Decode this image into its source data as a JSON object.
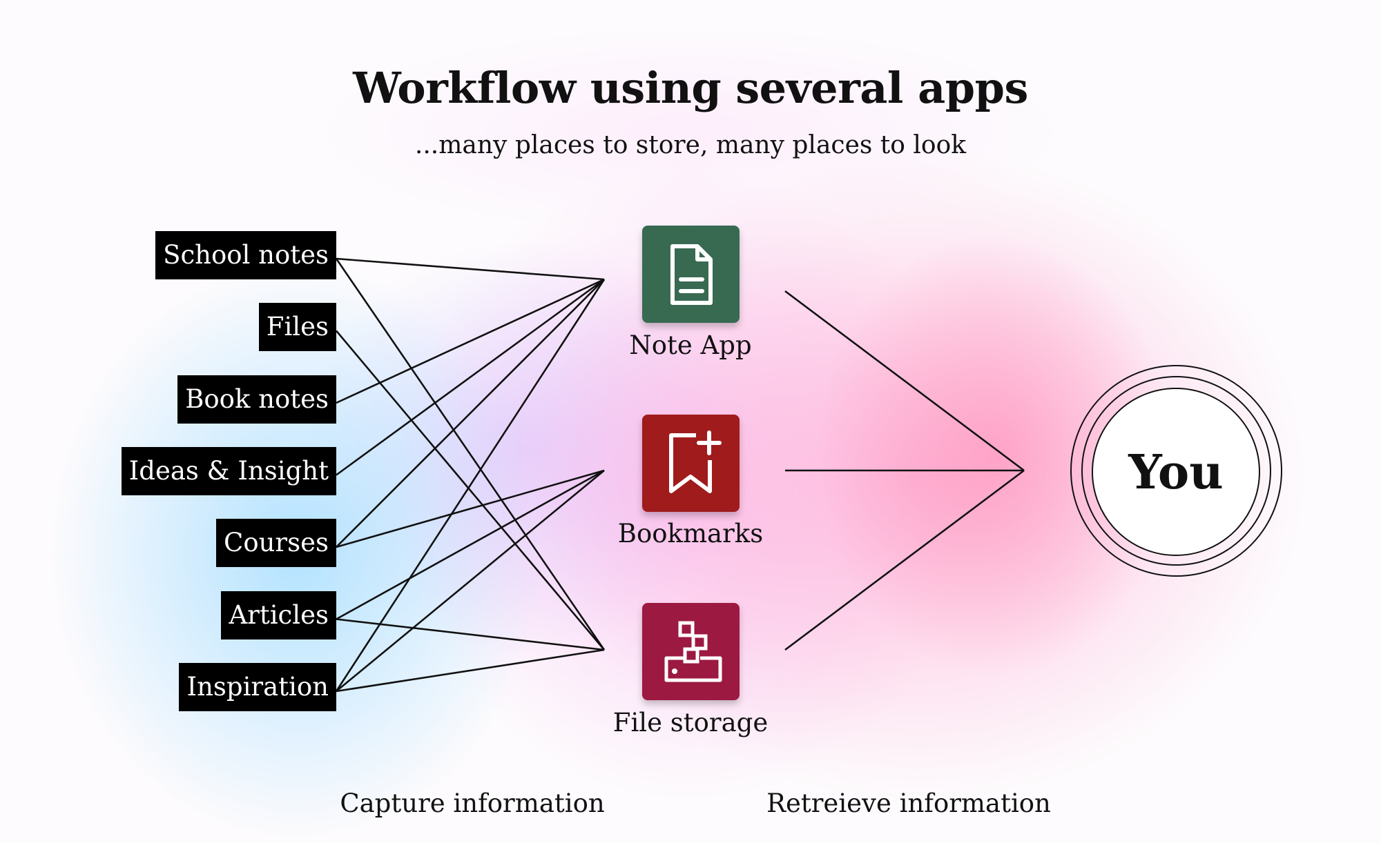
{
  "title": "Workflow using several apps",
  "subtitle": "...many places to store, many places to look",
  "sources": [
    {
      "label": "School notes",
      "targets": [
        "note_app",
        "file_storage"
      ]
    },
    {
      "label": "Files",
      "targets": [
        "file_storage"
      ]
    },
    {
      "label": "Book notes",
      "targets": [
        "note_app"
      ]
    },
    {
      "label": "Ideas & Insight",
      "targets": [
        "note_app"
      ]
    },
    {
      "label": "Courses",
      "targets": [
        "note_app",
        "bookmarks"
      ]
    },
    {
      "label": "Articles",
      "targets": [
        "bookmarks",
        "file_storage"
      ]
    },
    {
      "label": "Inspiration",
      "targets": [
        "note_app",
        "bookmarks",
        "file_storage"
      ]
    }
  ],
  "apps": [
    {
      "id": "note_app",
      "label": "Note App",
      "icon": "document-icon",
      "color": "#386a52"
    },
    {
      "id": "bookmarks",
      "label": "Bookmarks",
      "icon": "bookmark-add-icon",
      "color": "#a01b1c"
    },
    {
      "id": "file_storage",
      "label": "File storage",
      "icon": "file-storage-icon",
      "color": "#9c1941"
    }
  ],
  "you_label": "You",
  "stages": {
    "capture": "Capture information",
    "retrieve": "Retreieve information"
  }
}
